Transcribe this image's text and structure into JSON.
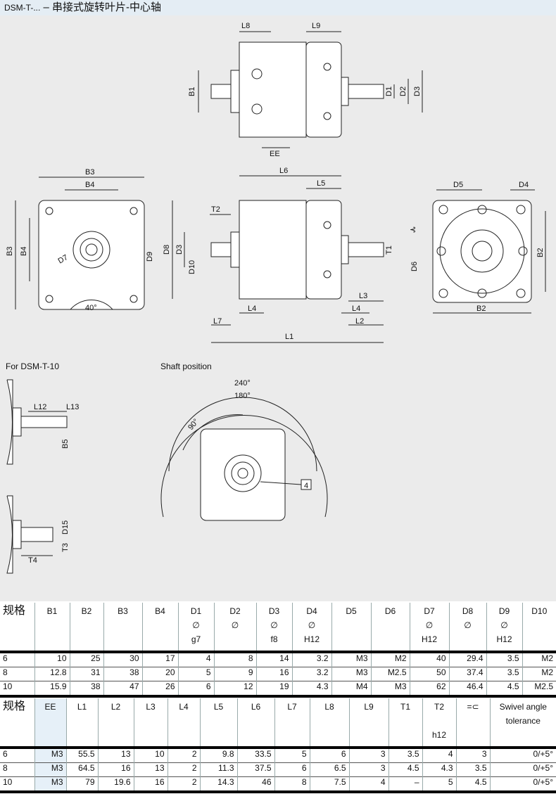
{
  "header": {
    "code": "DSM-T-...",
    "title": " – 串接式旋转叶片-中心轴"
  },
  "drawing": {
    "top_view": {
      "L8": "L8",
      "L9": "L9",
      "B1": "B1",
      "D1": "D1",
      "D2": "D2",
      "D3": "D3",
      "EE": "EE"
    },
    "front_view": {
      "B3": "B3",
      "B4": "B4",
      "B3v": "B3",
      "B4v": "B4",
      "D7": "D7",
      "D9": "D9",
      "angle": "40°"
    },
    "side_view": {
      "L6": "L6",
      "L5": "L5",
      "T2": "T2",
      "D8": "D8",
      "D3": "D3",
      "D10": "D10",
      "L4a": "L4",
      "L7": "L7",
      "L3": "L3",
      "L4b": "L4",
      "L2": "L2",
      "L1": "L1",
      "T1": "T1"
    },
    "rear_view": {
      "D5": "D5",
      "D4": "D4",
      "B2v": "B2",
      "B2": "B2",
      "D6": "D6"
    },
    "dsm10": {
      "caption": "For DSM-T-10",
      "L12": "L12",
      "L13": "L13",
      "B5": "B5",
      "D15": "D15",
      "T3": "T3",
      "T4": "T4"
    },
    "shaft": {
      "caption": "Shaft position",
      "a240": "240°",
      "a180": "180°",
      "a90": "90°",
      "box": "4"
    }
  },
  "table1": {
    "headers": [
      [
        "规格"
      ],
      [
        "B1"
      ],
      [
        "B2"
      ],
      [
        "B3"
      ],
      [
        "B4"
      ],
      [
        "D1",
        "∅",
        "g7"
      ],
      [
        "D2",
        "∅"
      ],
      [
        "D3",
        "∅",
        "f8"
      ],
      [
        "D4",
        "∅",
        "H12"
      ],
      [
        "D5"
      ],
      [
        "D6"
      ],
      [
        "D7",
        "∅",
        "H12"
      ],
      [
        "D8",
        "∅"
      ],
      [
        "D9",
        "∅",
        "H12"
      ],
      [
        "D10"
      ]
    ],
    "rows": [
      [
        "6",
        "10",
        "25",
        "30",
        "17",
        "4",
        "8",
        "14",
        "3.2",
        "M3",
        "M2",
        "40",
        "29.4",
        "3.5",
        "M2"
      ],
      [
        "8",
        "12.8",
        "31",
        "38",
        "20",
        "5",
        "9",
        "16",
        "3.2",
        "M3",
        "M2.5",
        "50",
        "37.4",
        "3.5",
        "M2"
      ],
      [
        "10",
        "15.9",
        "38",
        "47",
        "26",
        "6",
        "12",
        "19",
        "4.3",
        "M4",
        "M3",
        "62",
        "46.4",
        "4.5",
        "M2.5"
      ]
    ]
  },
  "table2": {
    "headers": [
      [
        "规格"
      ],
      [
        "EE"
      ],
      [
        "L1"
      ],
      [
        "L2"
      ],
      [
        "L3"
      ],
      [
        "L4"
      ],
      [
        "L5"
      ],
      [
        "L6"
      ],
      [
        "L7"
      ],
      [
        "L8"
      ],
      [
        "L9"
      ],
      [
        "T1"
      ],
      [
        "T2",
        "",
        "h12"
      ],
      [
        "=⊂"
      ],
      [
        "Swivel angle",
        "tolerance"
      ]
    ],
    "rows": [
      [
        "6",
        "M3",
        "55.5",
        "13",
        "10",
        "2",
        "9.8",
        "33.5",
        "5",
        "6",
        "3",
        "3.5",
        "4",
        "3",
        "0/+5°"
      ],
      [
        "8",
        "M3",
        "64.5",
        "16",
        "13",
        "2",
        "11.3",
        "37.5",
        "6",
        "6.5",
        "3",
        "4.5",
        "4.3",
        "3.5",
        "0/+5°"
      ],
      [
        "10",
        "M3",
        "79",
        "19.6",
        "16",
        "2",
        "14.3",
        "46",
        "8",
        "7.5",
        "4",
        "–",
        "5",
        "4.5",
        "0/+5°"
      ]
    ]
  }
}
